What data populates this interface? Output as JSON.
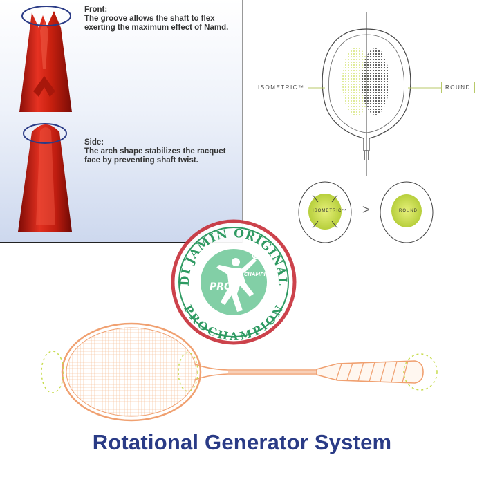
{
  "diagram_top_left": {
    "front": {
      "heading": "Front:",
      "text": "The groove allows the shaft to flex exerting the maximum effect of Namd."
    },
    "side": {
      "heading": "Side:",
      "text": "The arch shape stabilizes the racquet face by preventing shaft twist."
    }
  },
  "diagram_top_right": {
    "isometric_label": "ISOMETRIC™",
    "round_label": "ROUND",
    "isometric_small": "ISOMETRIC™",
    "round_small": "ROUND",
    "arrow_symbol": ">"
  },
  "watermark": {
    "arc_top": "DI JAMIN ORIGINAL",
    "arc_bottom": "PROCHAMPION",
    "pro": "PRO",
    "champion": "CHAMPION"
  },
  "title": "Rotational Generator System",
  "colors": {
    "red_part": "#d8281c",
    "title_blue": "#2a3b86",
    "racquet_orange": "#f0a070",
    "lime": "#c8dc50",
    "stamp_green": "#2e9a62",
    "stamp_red": "#c8323c"
  }
}
